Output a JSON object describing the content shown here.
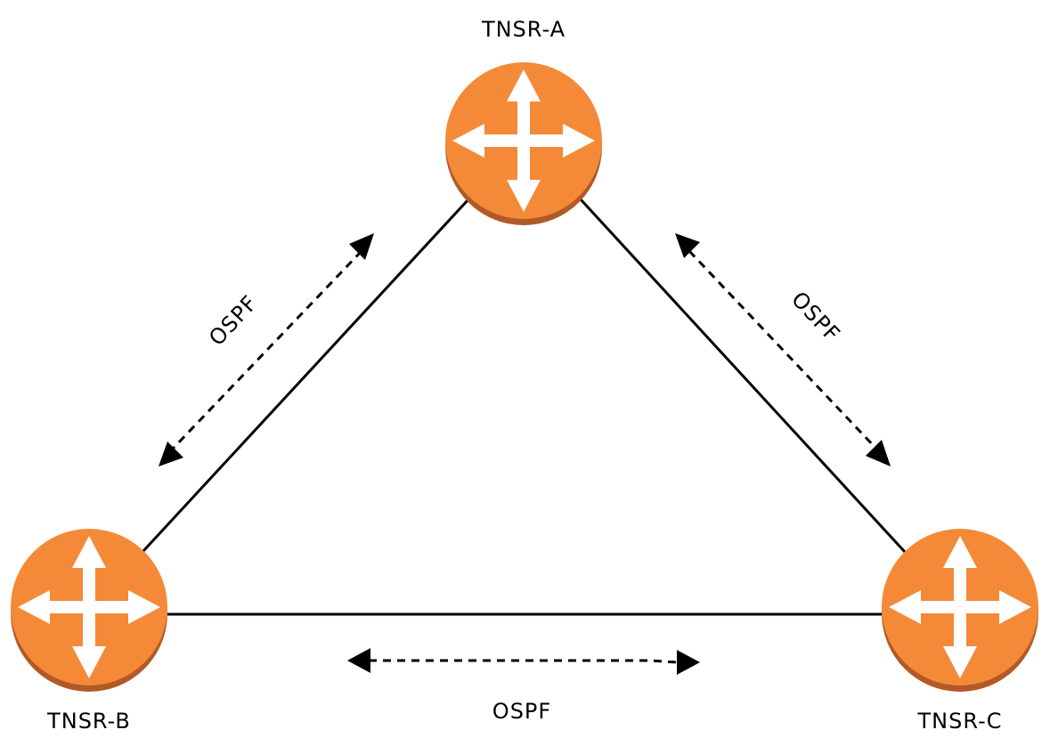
{
  "routers": {
    "a": {
      "label": "TNSR-A",
      "icon": "router-icon"
    },
    "b": {
      "label": "TNSR-B",
      "icon": "router-icon"
    },
    "c": {
      "label": "TNSR-C",
      "icon": "router-icon"
    }
  },
  "protocols": {
    "a_b": "OSPF",
    "a_c": "OSPF",
    "b_c": "OSPF"
  },
  "colors": {
    "router_fill": "#f48a38",
    "router_shadow": "#b05a26",
    "arrow": "#ffffff",
    "line": "#000000"
  }
}
